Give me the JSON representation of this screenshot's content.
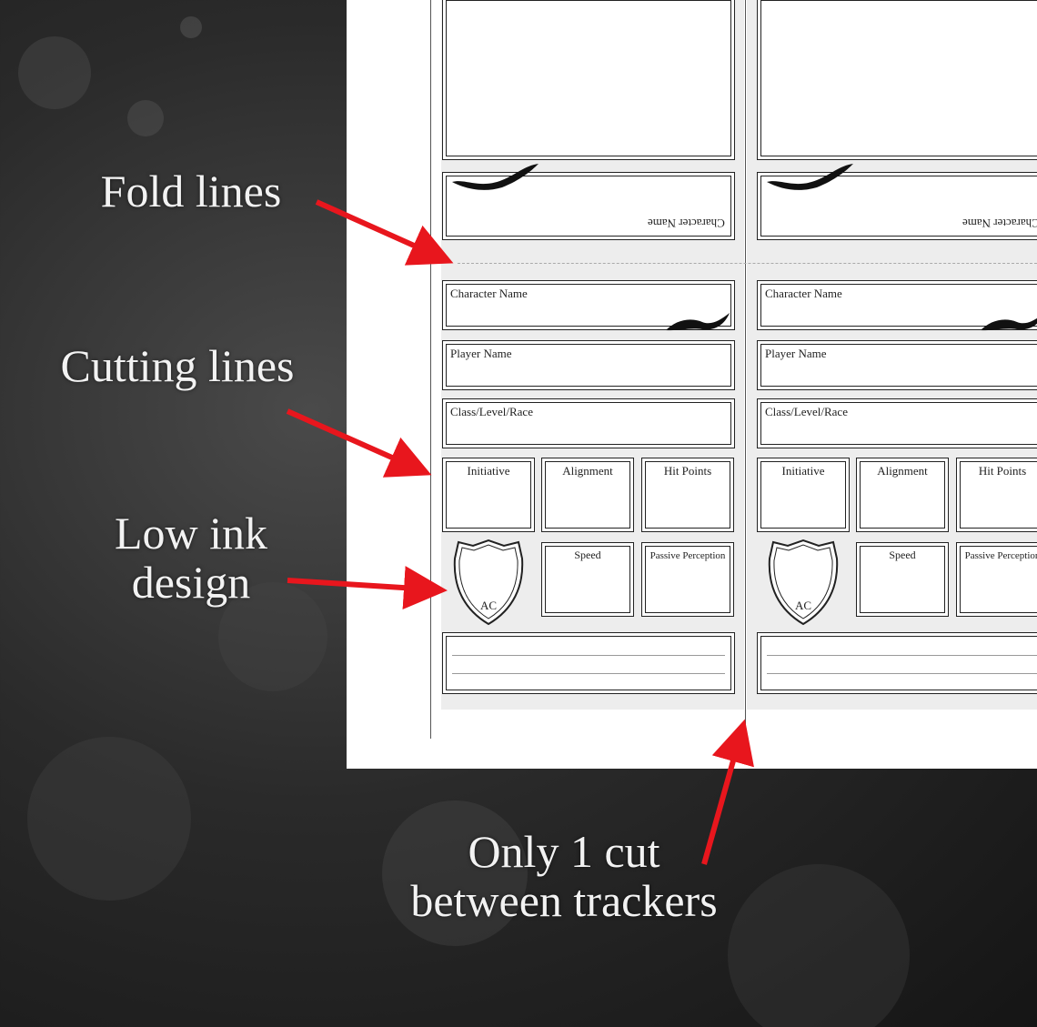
{
  "annotations": {
    "fold": "Fold lines",
    "cut": "Cutting lines",
    "lowink_line1": "Low ink",
    "lowink_line2": "design",
    "onecut_line1": "Only 1 cut",
    "onecut_line2": "between trackers"
  },
  "tracker": {
    "character_name": "Character Name",
    "player_name": "Player Name",
    "class_level_race": "Class/Level/Race",
    "initiative": "Initiative",
    "alignment": "Alignment",
    "hit_points": "Hit Points",
    "ac": "AC",
    "speed": "Speed",
    "passive_perception": "Passive Perception"
  },
  "colors": {
    "arrow": "#e8161d",
    "paper": "#ffffff",
    "tracker_bg": "#ededed"
  }
}
